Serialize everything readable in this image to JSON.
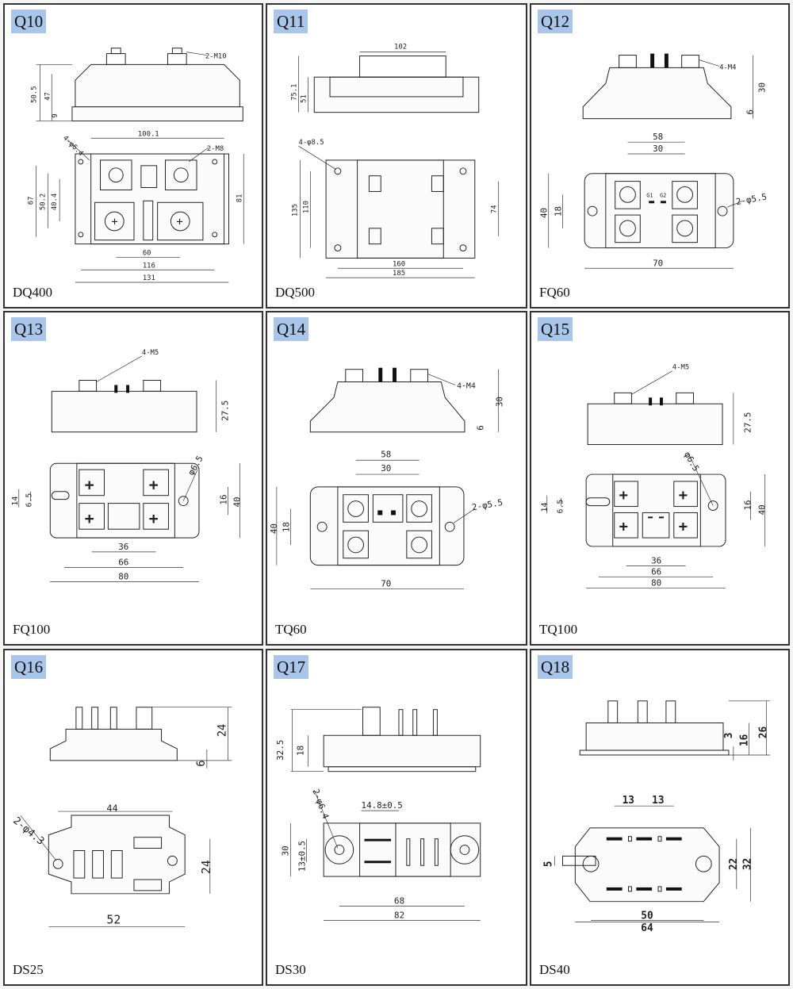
{
  "panels": [
    {
      "id": "Q10",
      "model": "DQ400",
      "dims": {
        "top": "2-M10",
        "h1": "50.5",
        "h2": "47",
        "h3": "9",
        "hole": "4-φ6.4",
        "screw": "2-M8",
        "w_top": "100.1",
        "w_mid": "60",
        "w_a": "116",
        "w_b": "131",
        "h_left": "67",
        "h_l2": "50.2",
        "h_l3": "40.4",
        "h_right": "81"
      }
    },
    {
      "id": "Q11",
      "model": "DQ500",
      "dims": {
        "top": "102",
        "h1": "75.1",
        "h2": "51",
        "hole": "4-φ8.5",
        "h_l": "135",
        "h_l2": "110",
        "h_r": "74",
        "w_a": "160",
        "w_b": "185"
      }
    },
    {
      "id": "Q12",
      "model": "FQ60",
      "dims": {
        "screw": "4-M4",
        "h1": "30",
        "h2": "6",
        "w_a": "58",
        "w_b": "30",
        "hole": "2-φ5.5",
        "h_l": "40",
        "h_l2": "18",
        "w_c": "70",
        "g1": "G1",
        "g2": "G2"
      }
    },
    {
      "id": "Q13",
      "model": "FQ100",
      "dims": {
        "screw": "4-M5",
        "h1": "27.5",
        "hole": "φ6.5",
        "h_l": "14",
        "h_l2": "6.5",
        "h_r": "16",
        "h_r2": "40",
        "w_a": "36",
        "w_b": "66",
        "w_c": "80"
      }
    },
    {
      "id": "Q14",
      "model": "TQ60",
      "dims": {
        "screw": "4-M4",
        "h1": "30",
        "h2": "6",
        "w_a": "58",
        "w_b": "30",
        "hole": "2-φ5.5",
        "h_l": "40",
        "h_l2": "18",
        "w_c": "70"
      }
    },
    {
      "id": "Q15",
      "model": "TQ100",
      "dims": {
        "screw": "4-M5",
        "h1": "27.5",
        "hole": "φ6.5",
        "h_l": "14",
        "h_l2": "6.5",
        "h_r": "16",
        "h_r2": "40",
        "w_a": "36",
        "w_b": "66",
        "w_c": "80"
      }
    },
    {
      "id": "Q16",
      "model": "DS25",
      "dims": {
        "h1": "24",
        "h2": "6",
        "w_a": "44",
        "hole": "2-φ4.3",
        "h_r": "24",
        "w_b": "52"
      }
    },
    {
      "id": "Q17",
      "model": "DS30",
      "dims": {
        "h1": "32.5",
        "h2": "18",
        "hole": "2-φ6.4",
        "w_a": "14.8±0.5",
        "h_l": "30",
        "h_l2": "13±0.5",
        "w_b": "68",
        "w_c": "82"
      }
    },
    {
      "id": "Q18",
      "model": "DS40",
      "dims": {
        "h1": "3",
        "h2": "16",
        "h3": "26",
        "w_a": "13",
        "w_b": "13",
        "h_l": "5",
        "h_r": "22",
        "h_r2": "32",
        "w_c": "50",
        "w_d": "64"
      }
    }
  ]
}
